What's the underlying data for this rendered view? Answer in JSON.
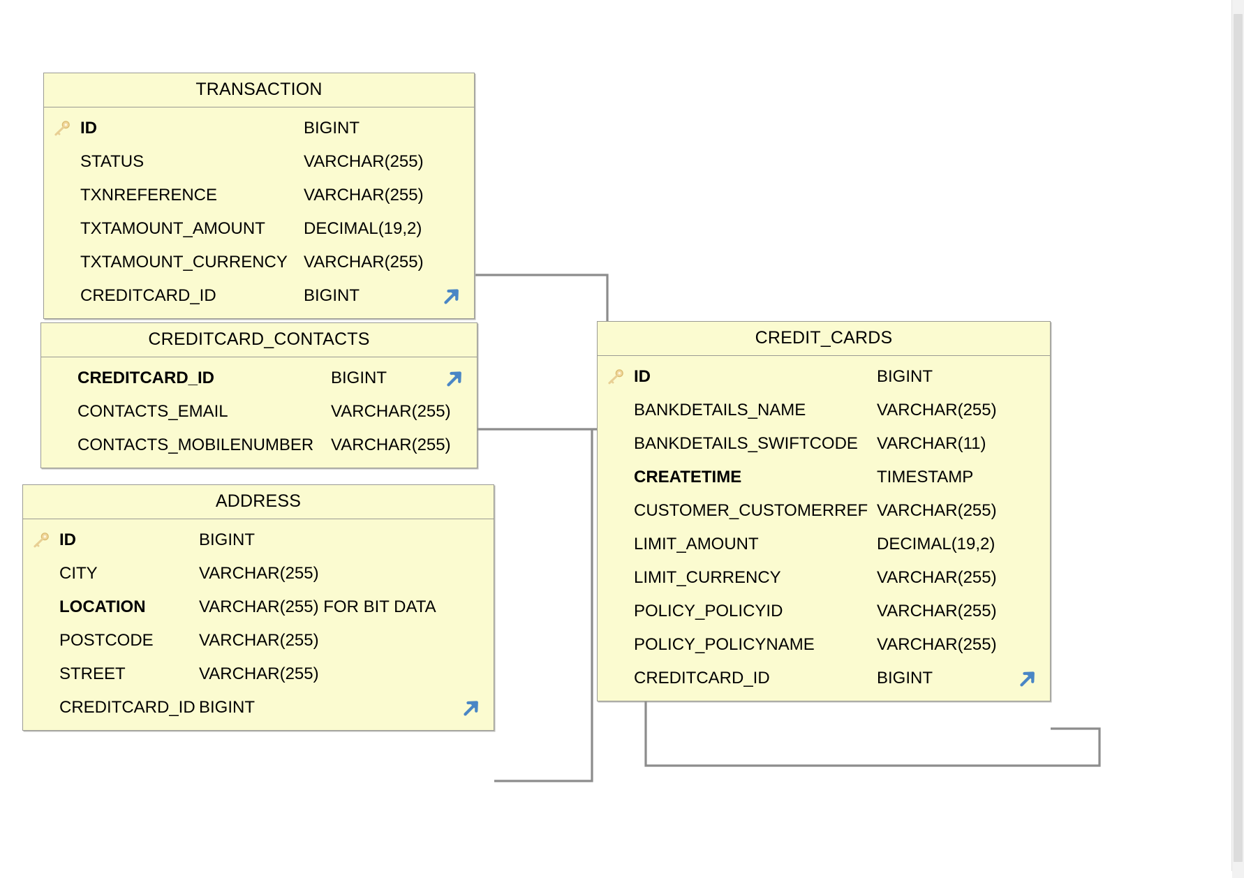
{
  "diagram": {
    "kind": "er-diagram",
    "background": "#ffffff",
    "entity_fill": "#fbfbd0",
    "entity_border": "#9a9a93",
    "connector_color": "#8c8c8c",
    "pk_icon": "key-icon",
    "fk_icon": "fk-arrow-icon"
  },
  "entities": [
    {
      "name": "TRANSACTION",
      "columns": [
        {
          "name": "ID",
          "type": "BIGINT",
          "pk": true,
          "bold": true,
          "fk": false
        },
        {
          "name": "STATUS",
          "type": "VARCHAR(255)",
          "pk": false,
          "bold": false,
          "fk": false
        },
        {
          "name": "TXNREFERENCE",
          "type": "VARCHAR(255)",
          "pk": false,
          "bold": false,
          "fk": false
        },
        {
          "name": "TXTAMOUNT_AMOUNT",
          "type": "DECIMAL(19,2)",
          "pk": false,
          "bold": false,
          "fk": false
        },
        {
          "name": "TXTAMOUNT_CURRENCY",
          "type": "VARCHAR(255)",
          "pk": false,
          "bold": false,
          "fk": false
        },
        {
          "name": "CREDITCARD_ID",
          "type": "BIGINT",
          "pk": false,
          "bold": false,
          "fk": true
        }
      ]
    },
    {
      "name": "CREDITCARD_CONTACTS",
      "columns": [
        {
          "name": "CREDITCARD_ID",
          "type": "BIGINT",
          "pk": false,
          "bold": true,
          "fk": true
        },
        {
          "name": "CONTACTS_EMAIL",
          "type": "VARCHAR(255)",
          "pk": false,
          "bold": false,
          "fk": false
        },
        {
          "name": "CONTACTS_MOBILENUMBER",
          "type": "VARCHAR(255)",
          "pk": false,
          "bold": false,
          "fk": false
        }
      ]
    },
    {
      "name": "ADDRESS",
      "columns": [
        {
          "name": "ID",
          "type": "BIGINT",
          "pk": true,
          "bold": true,
          "fk": false
        },
        {
          "name": "CITY",
          "type": "VARCHAR(255)",
          "pk": false,
          "bold": false,
          "fk": false
        },
        {
          "name": "LOCATION",
          "type": "VARCHAR(255) FOR BIT DATA",
          "pk": false,
          "bold": true,
          "fk": false
        },
        {
          "name": "POSTCODE",
          "type": "VARCHAR(255)",
          "pk": false,
          "bold": false,
          "fk": false
        },
        {
          "name": "STREET",
          "type": "VARCHAR(255)",
          "pk": false,
          "bold": false,
          "fk": false
        },
        {
          "name": "CREDITCARD_ID",
          "type": "BIGINT",
          "pk": false,
          "bold": false,
          "fk": true
        }
      ]
    },
    {
      "name": "CREDIT_CARDS",
      "columns": [
        {
          "name": "ID",
          "type": "BIGINT",
          "pk": true,
          "bold": true,
          "fk": false
        },
        {
          "name": "BANKDETAILS_NAME",
          "type": "VARCHAR(255)",
          "pk": false,
          "bold": false,
          "fk": false
        },
        {
          "name": "BANKDETAILS_SWIFTCODE",
          "type": "VARCHAR(11)",
          "pk": false,
          "bold": false,
          "fk": false
        },
        {
          "name": "CREATETIME",
          "type": "TIMESTAMP",
          "pk": false,
          "bold": true,
          "fk": false
        },
        {
          "name": "CUSTOMER_CUSTOMERREF",
          "type": "VARCHAR(255)",
          "pk": false,
          "bold": false,
          "fk": false
        },
        {
          "name": "LIMIT_AMOUNT",
          "type": "DECIMAL(19,2)",
          "pk": false,
          "bold": false,
          "fk": false
        },
        {
          "name": "LIMIT_CURRENCY",
          "type": "VARCHAR(255)",
          "pk": false,
          "bold": false,
          "fk": false
        },
        {
          "name": "POLICY_POLICYID",
          "type": "VARCHAR(255)",
          "pk": false,
          "bold": false,
          "fk": false
        },
        {
          "name": "POLICY_POLICYNAME",
          "type": "VARCHAR(255)",
          "pk": false,
          "bold": false,
          "fk": false
        },
        {
          "name": "CREDITCARD_ID",
          "type": "BIGINT",
          "pk": false,
          "bold": false,
          "fk": true
        }
      ]
    }
  ],
  "relationships": [
    {
      "from": "TRANSACTION.CREDITCARD_ID",
      "to": "CREDIT_CARDS.ID"
    },
    {
      "from": "CREDITCARD_CONTACTS.CREDITCARD_ID",
      "to": "CREDIT_CARDS.ID"
    },
    {
      "from": "ADDRESS.CREDITCARD_ID",
      "to": "CREDIT_CARDS.ID"
    },
    {
      "from": "CREDIT_CARDS.CREDITCARD_ID",
      "to": "CREDIT_CARDS.ID"
    }
  ],
  "scrollbars": {
    "vertical_present": true,
    "horizontal_present": true
  }
}
